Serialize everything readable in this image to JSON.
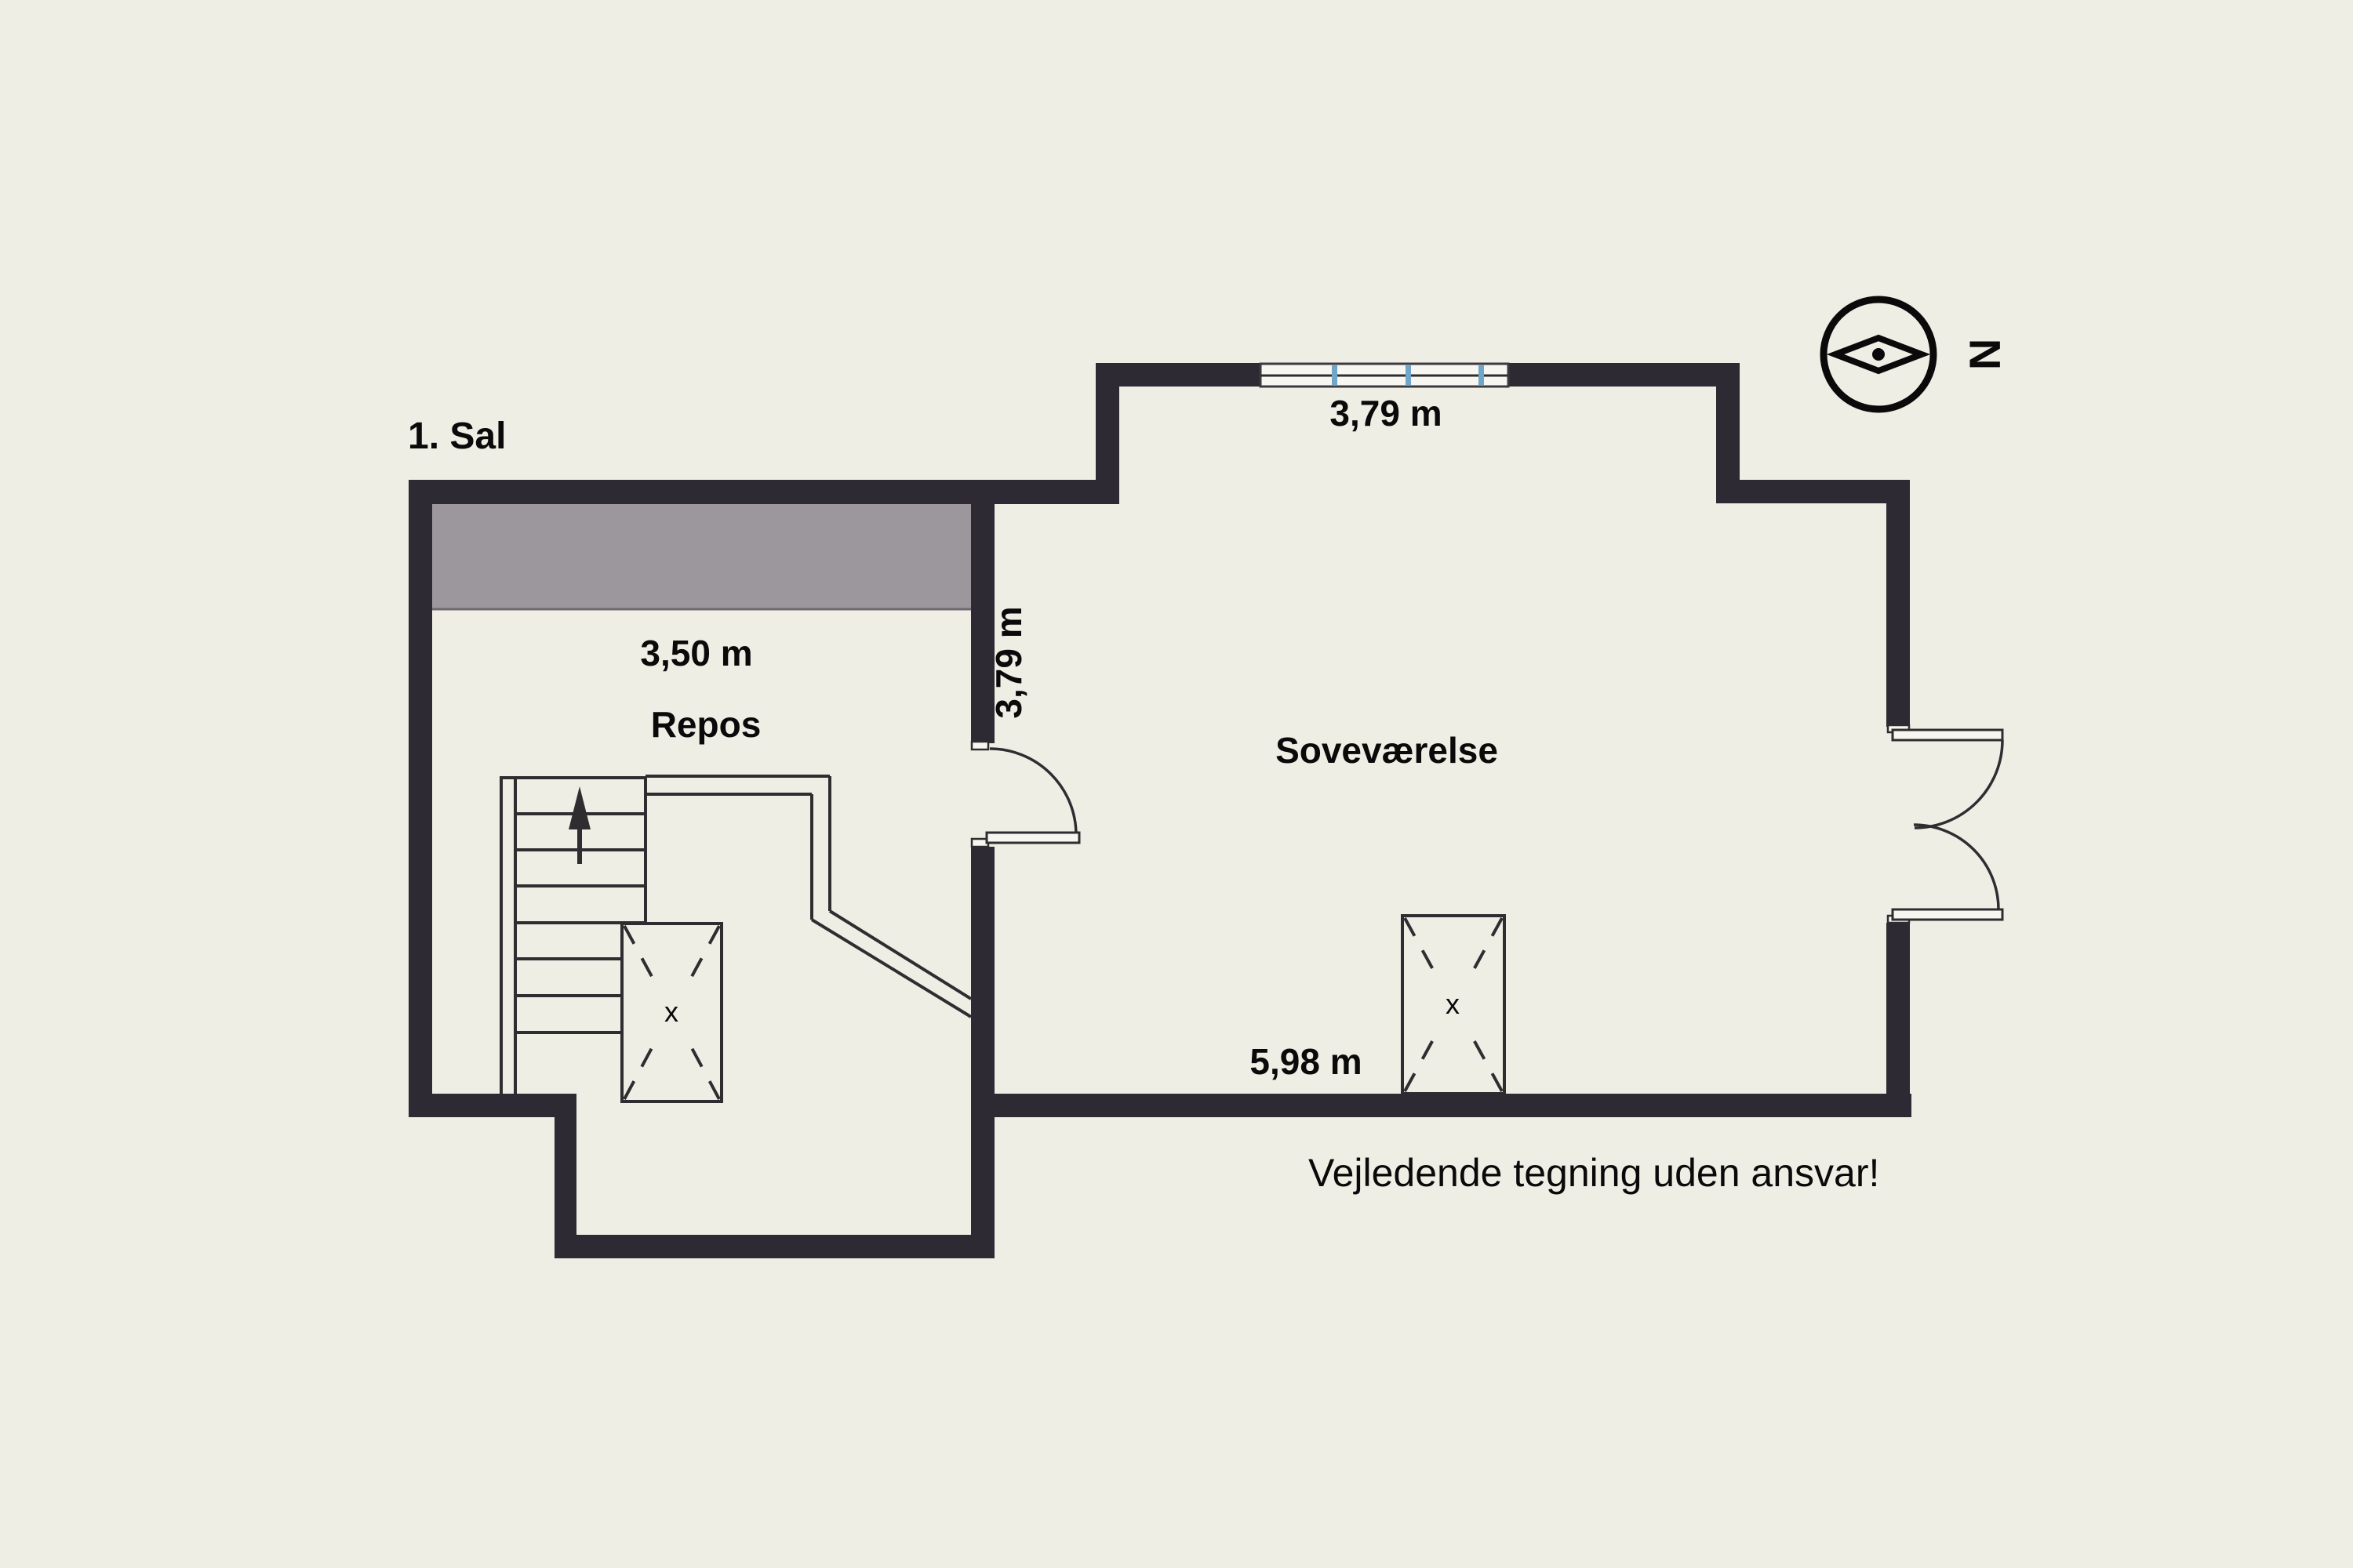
{
  "floor_label": "1. Sal",
  "rooms": {
    "landing": {
      "name": "Repos",
      "width": "3,50 m"
    },
    "bedroom": {
      "name": "Soveværelse",
      "width": "5,98 m",
      "depth": "3,79 m",
      "window_width": "3,79 m"
    }
  },
  "compass": {
    "north_label": "N"
  },
  "duct_marker": "x",
  "disclaimer": "Vejledende tegning uden ansvar!",
  "colors": {
    "background": "#efeee5",
    "wall": "#2d2a33",
    "gray_area": "#9c969d",
    "gray_area_edge": "#6e6870",
    "line": "#2f2d30",
    "window_glass": "#f7f6f0",
    "window_mullion": "#6fa6c9",
    "door_fill": "#f7f6f0",
    "text": "#0a0a0a"
  }
}
